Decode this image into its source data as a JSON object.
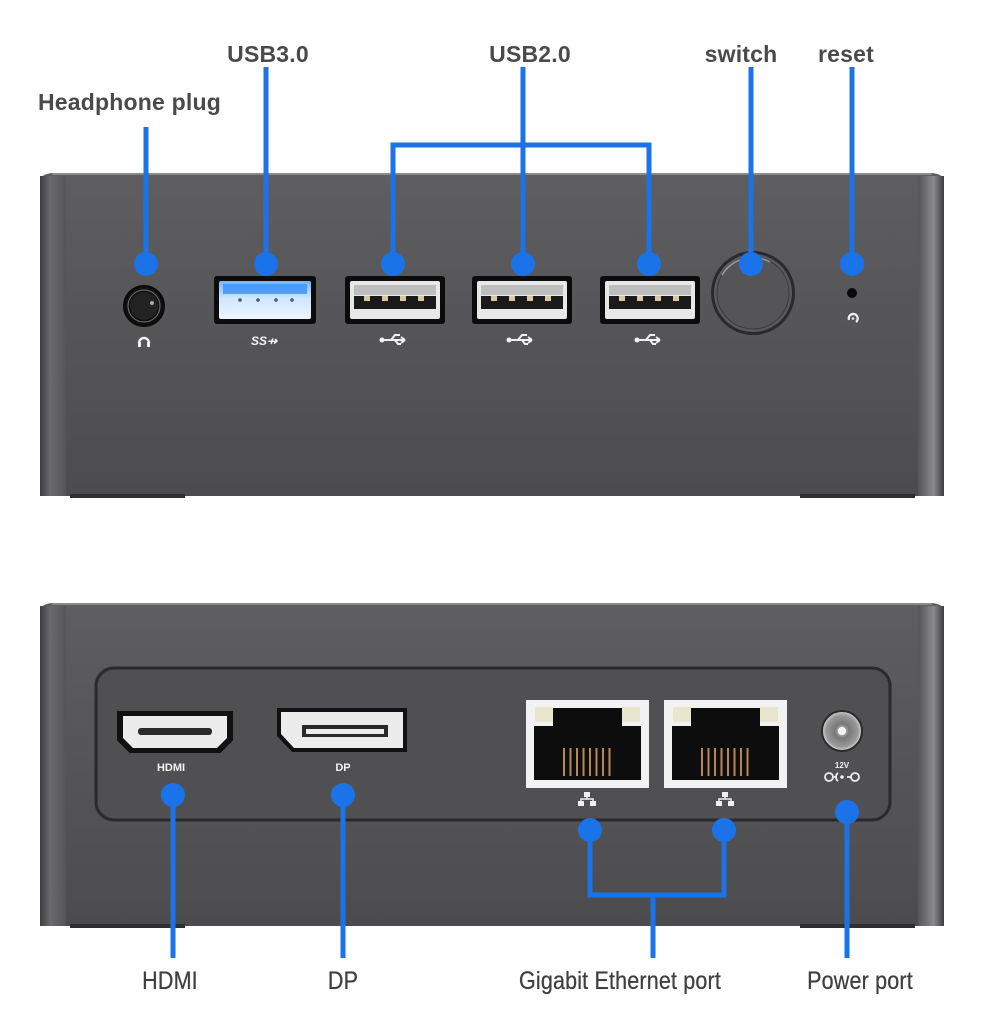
{
  "diagram": {
    "accent_color": "#1a73e8",
    "case_color": "#58585a",
    "top_panel": {
      "name": "front-panel",
      "callouts": [
        {
          "id": "headphone",
          "label": "Headphone plug",
          "icon": "headphone-icon"
        },
        {
          "id": "usb3",
          "label": "USB3.0",
          "icon": "usb3-ss-icon",
          "port_text": "SS"
        },
        {
          "id": "usb2",
          "label": "USB2.0",
          "icon": "usb-icon",
          "count": 3
        },
        {
          "id": "switch",
          "label": "switch",
          "icon": "power-button"
        },
        {
          "id": "reset",
          "label": "reset",
          "icon": "reset-icon"
        }
      ]
    },
    "bottom_panel": {
      "name": "rear-panel",
      "port_labels": {
        "hdmi": "HDMI",
        "dp": "DP",
        "power_rating": "12V"
      },
      "callouts": [
        {
          "id": "hdmi",
          "label": "HDMI",
          "icon": "hdmi-port"
        },
        {
          "id": "dp",
          "label": "DP",
          "icon": "displayport-port"
        },
        {
          "id": "ethernet",
          "label": "Gigabit Ethernet port",
          "icon": "network-icon",
          "count": 2
        },
        {
          "id": "power",
          "label": "Power port",
          "icon": "dc-power-icon"
        }
      ]
    }
  }
}
